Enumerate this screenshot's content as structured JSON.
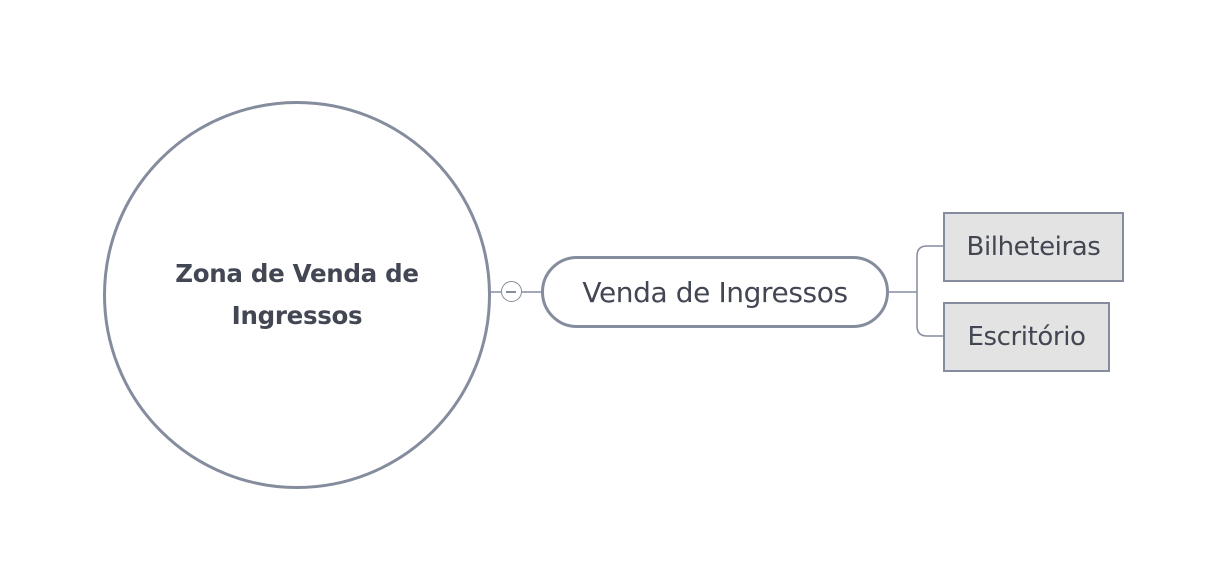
{
  "colors": {
    "line": "#848c9d",
    "text": "#424753",
    "subtopic_fill": "#e3e3e3",
    "background": "#ffffff"
  },
  "mindmap": {
    "root": {
      "label_line1": "Zona de Venda de",
      "label_line2": "Ingressos"
    },
    "collapse_icon": "minus-circle-icon",
    "main_topic": {
      "label": "Venda de Ingressos"
    },
    "subtopics": [
      {
        "label": "Bilheteiras"
      },
      {
        "label": "Escritório"
      }
    ]
  }
}
